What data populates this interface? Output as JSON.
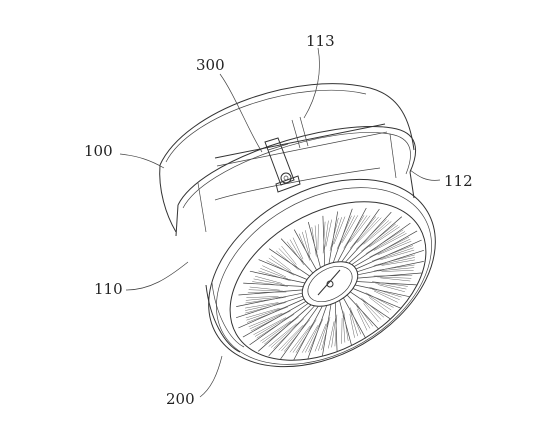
{
  "labels": {
    "l113": "113",
    "l300": "300",
    "l100": "100",
    "l112": "112",
    "l110": "110",
    "l200": "200"
  },
  "grille": {
    "spokes": 40
  }
}
